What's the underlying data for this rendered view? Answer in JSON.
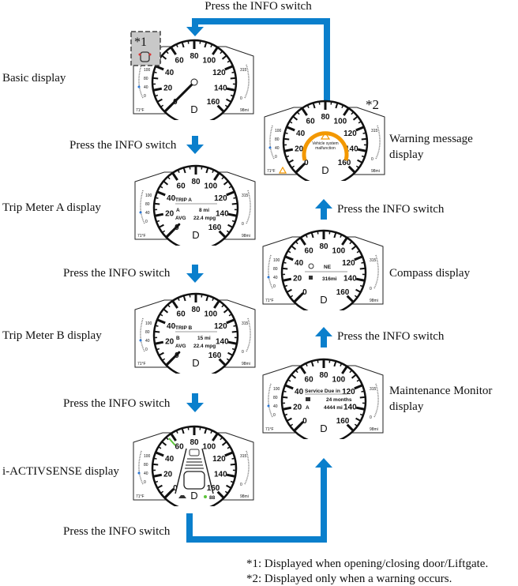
{
  "colors": {
    "arrow": "#0a7fcc",
    "warning": "#f39800",
    "lane_green": "#5cc43a",
    "temp_blue": "#2a78d8"
  },
  "transition_label": "Press the INFO switch",
  "displays": {
    "basic": "Basic display",
    "trip_a": "Trip Meter A display",
    "trip_b": "Trip Meter B display",
    "activsense": "i-ACTIVSENSE display",
    "warning": [
      "Warning message",
      "display"
    ],
    "compass": "Compass display",
    "maintenance": [
      "Maintenance Monitor",
      "display"
    ]
  },
  "gauge": {
    "speed_labels": [
      "0",
      "20",
      "40",
      "60",
      "80",
      "100",
      "120",
      "140",
      "160"
    ],
    "gear": "D",
    "outside_temp": "71°F",
    "range": "98mi",
    "temp_scale": [
      "100",
      "80",
      "40",
      "0"
    ],
    "fuel_scale": [
      "315",
      "0"
    ]
  },
  "trip_a": {
    "title": "TRIP A",
    "trip_icon": "A",
    "distance": "8 mi",
    "avg_label": "AVG",
    "avg": "22.4 mpg"
  },
  "trip_b": {
    "title": "TRIP B",
    "trip_icon": "B",
    "distance": "15 mi",
    "avg_label": "AVG",
    "avg": "22.4 mpg"
  },
  "compass": {
    "heading": "NE",
    "range": "316mi"
  },
  "maintenance": {
    "title": "Service Due in",
    "months": "24 months",
    "distance": "4444 mi"
  },
  "warning": {
    "message": [
      "Vehicle system",
      "malfunction"
    ]
  },
  "activsense": {
    "set_speed": "88"
  },
  "footnote_marks": {
    "n1": "*1",
    "n2": "*2"
  },
  "footnotes": [
    "*1: Displayed when opening/closing door/Liftgate.",
    "*2: Displayed only when a warning occurs."
  ]
}
